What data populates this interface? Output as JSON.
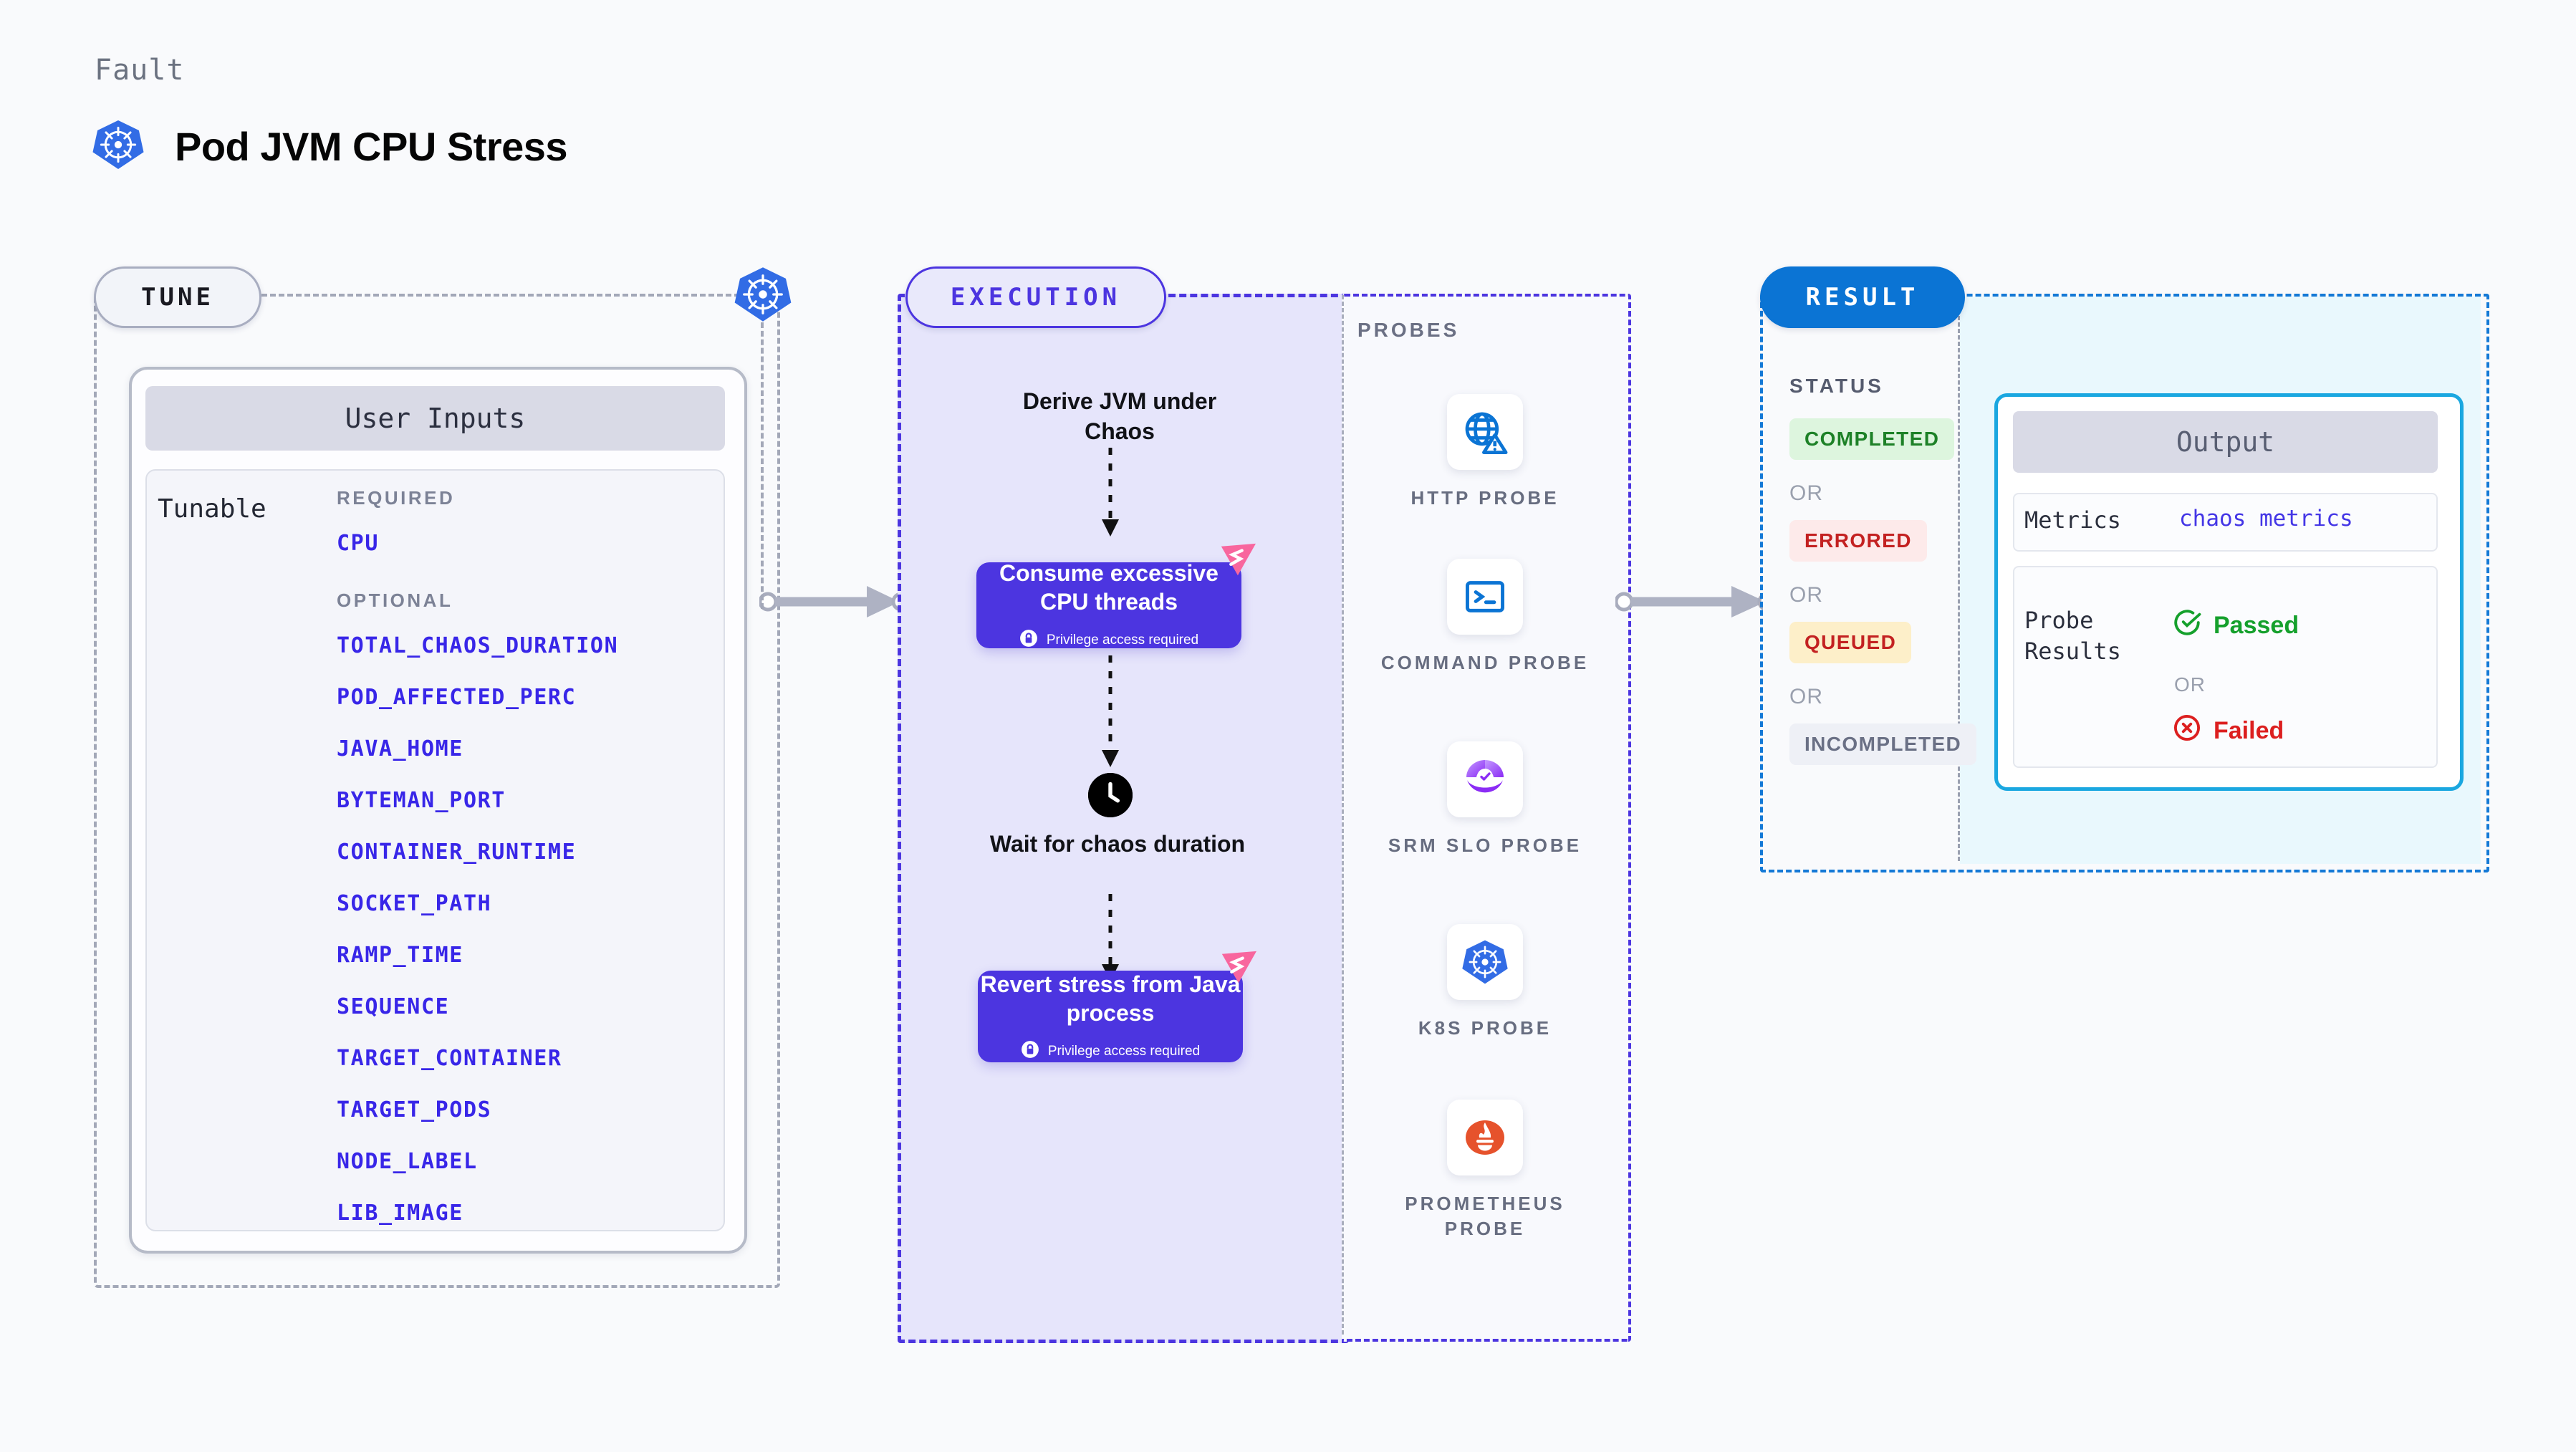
{
  "header": {
    "eyebrow": "Fault",
    "title": "Pod JVM CPU Stress",
    "icon": "kubernetes-icon"
  },
  "colors": {
    "background": "#f9fafc",
    "tune_border": "#a3a8b8",
    "execution_accent": "#4c35e0",
    "result_accent": "#0b74d4",
    "output_accent": "#1aa7e0",
    "param_text": "#3826e8",
    "litmus_pink": "#f8669e"
  },
  "tune": {
    "chip_label": "TUNE",
    "badge_icon": "kubernetes-icon",
    "card_title": "User Inputs",
    "tunable_label": "Tunable",
    "required_label": "REQUIRED",
    "required_params": [
      "CPU"
    ],
    "optional_label": "OPTIONAL",
    "optional_params": [
      "TOTAL_CHAOS_DURATION",
      "POD_AFFECTED_PERC",
      "JAVA_HOME",
      "BYTEMAN_PORT",
      "CONTAINER_RUNTIME",
      "SOCKET_PATH",
      "RAMP_TIME",
      "SEQUENCE",
      "TARGET_CONTAINER",
      "TARGET_PODS",
      "NODE_LABEL",
      "LIB_IMAGE"
    ]
  },
  "execution": {
    "chip_label": "EXECUTION",
    "steps": [
      {
        "type": "text",
        "label": "Derive JVM under Chaos"
      },
      {
        "type": "action",
        "label": "Consume excessive CPU threads",
        "privilege": "Privilege access required",
        "privilege_icon": "lock-icon",
        "flag_icon": "litmus-flag-icon"
      },
      {
        "type": "wait",
        "label": "Wait for chaos duration",
        "icon": "clock-icon"
      },
      {
        "type": "action",
        "label": "Revert stress from Java process",
        "privilege": "Privilege access required",
        "privilege_icon": "lock-icon",
        "flag_icon": "litmus-flag-icon"
      }
    ]
  },
  "probes": {
    "title": "PROBES",
    "items": [
      {
        "name": "HTTP PROBE",
        "icon": "globe-warning-icon"
      },
      {
        "name": "COMMAND PROBE",
        "icon": "terminal-icon"
      },
      {
        "name": "SRM SLO PROBE",
        "icon": "srm-slo-icon"
      },
      {
        "name": "K8S PROBE",
        "icon": "kubernetes-icon"
      },
      {
        "name": "PROMETHEUS PROBE",
        "icon": "prometheus-icon"
      }
    ]
  },
  "result": {
    "chip_label": "RESULT",
    "status_title": "STATUS",
    "or_label": "OR",
    "statuses": [
      {
        "label": "COMPLETED",
        "bg": "#ddf5de",
        "fg": "#1d8127"
      },
      {
        "label": "ERRORED",
        "bg": "#fdeaea",
        "fg": "#c32121"
      },
      {
        "label": "QUEUED",
        "bg": "#fdefc9",
        "fg": "#c32121"
      },
      {
        "label": "INCOMPLETED",
        "bg": "#eef0f6",
        "fg": "#6a7085"
      }
    ],
    "output": {
      "title": "Output",
      "metrics_label": "Metrics",
      "metrics_value": "chaos metrics",
      "probe_results_label": "Probe Results",
      "passed_label": "Passed",
      "passed_icon": "check-circle-icon",
      "or_label": "OR",
      "failed_label": "Failed",
      "failed_icon": "x-circle-icon"
    }
  }
}
